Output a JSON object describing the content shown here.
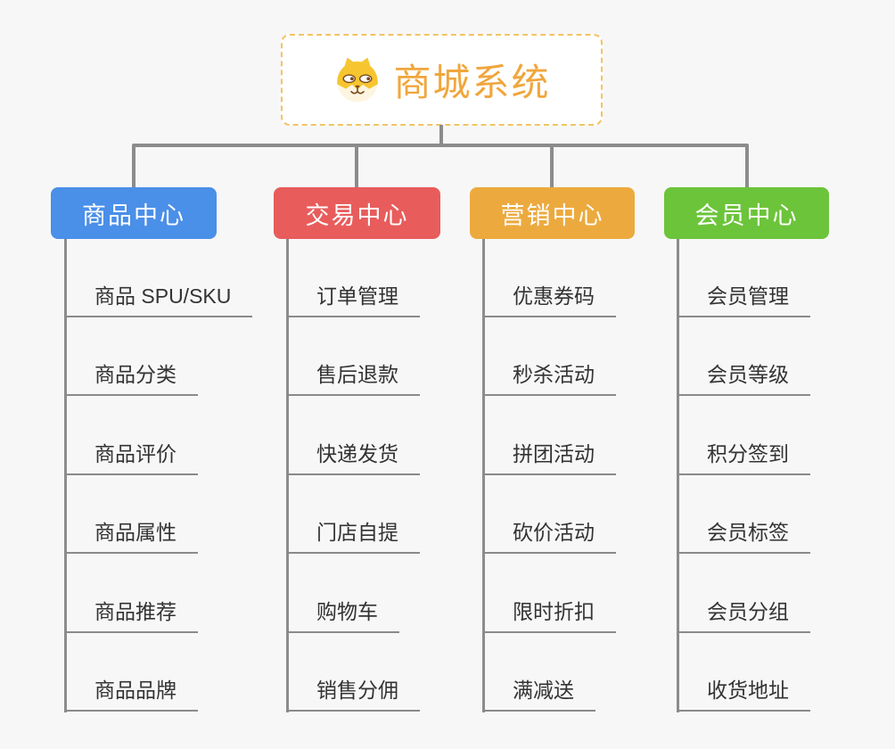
{
  "root": {
    "title": "商城系统",
    "icon": "shiba-dog-icon",
    "title_color": "#f0a63c",
    "border_color": "#f2c463"
  },
  "connector_color": "#8c8c8c",
  "branches": [
    {
      "label": "商品中心",
      "color": "#4a8fe8",
      "children": [
        "商品 SPU/SKU",
        "商品分类",
        "商品评价",
        "商品属性",
        "商品推荐",
        "商品品牌"
      ]
    },
    {
      "label": "交易中心",
      "color": "#e85c5c",
      "children": [
        "订单管理",
        "售后退款",
        "快递发货",
        "门店自提",
        "购物车",
        "销售分佣"
      ]
    },
    {
      "label": "营销中心",
      "color": "#ecaa3e",
      "children": [
        "优惠券码",
        "秒杀活动",
        "拼团活动",
        "砍价活动",
        "限时折扣",
        "满减送"
      ]
    },
    {
      "label": "会员中心",
      "color": "#6cc43a",
      "children": [
        "会员管理",
        "会员等级",
        "积分签到",
        "会员标签",
        "会员分组",
        "收货地址"
      ]
    }
  ]
}
